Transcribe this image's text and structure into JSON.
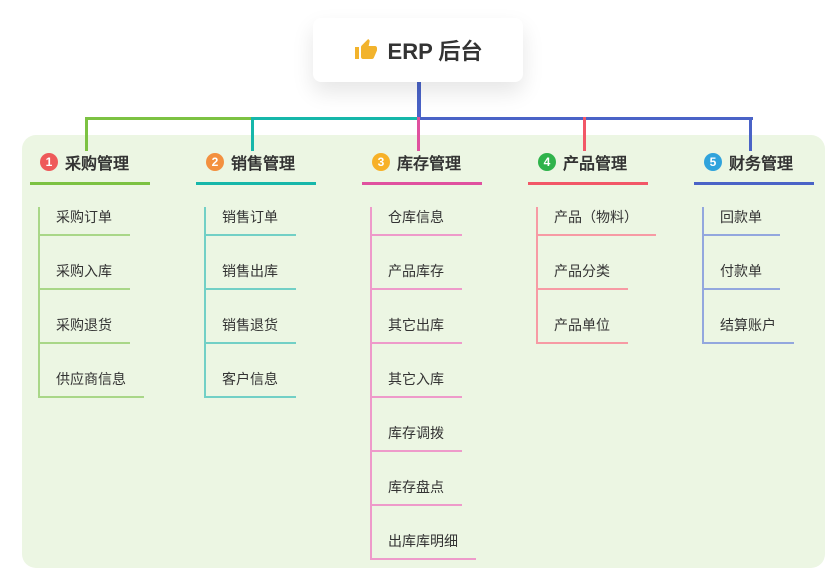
{
  "root": {
    "title": "ERP 后台",
    "icon": "thumbs-up",
    "icon_color": "#f2b32c"
  },
  "canvas": {
    "bg": "#ecf6e3"
  },
  "connector": {
    "trunk_color": "#4a63c7"
  },
  "branches": [
    {
      "num": "1",
      "label": "采购管理",
      "badge_color": "#ee5a5a",
      "line_color": "#7cc242",
      "child_line_color": "#a9d788",
      "children": [
        "采购订单",
        "采购入库",
        "采购退货",
        "供应商信息"
      ]
    },
    {
      "num": "2",
      "label": "销售管理",
      "badge_color": "#f3903f",
      "line_color": "#16b7aa",
      "child_line_color": "#72d0c6",
      "children": [
        "销售订单",
        "销售出库",
        "销售退货",
        "客户信息"
      ]
    },
    {
      "num": "3",
      "label": "库存管理",
      "badge_color": "#f7b128",
      "line_color": "#e0519f",
      "child_line_color": "#ee9aca",
      "children": [
        "仓库信息",
        "产品库存",
        "其它出库",
        "其它入库",
        "库存调拨",
        "库存盘点",
        "出库库明细"
      ]
    },
    {
      "num": "4",
      "label": "产品管理",
      "badge_color": "#2fb34b",
      "line_color": "#f25767",
      "child_line_color": "#f79aa4",
      "children": [
        "产品（物料）",
        "产品分类",
        "产品单位"
      ]
    },
    {
      "num": "5",
      "label": "财务管理",
      "badge_color": "#30a3dc",
      "line_color": "#4a63c7",
      "child_line_color": "#93a7de",
      "children": [
        "回款单",
        "付款单",
        "结算账户"
      ]
    }
  ]
}
